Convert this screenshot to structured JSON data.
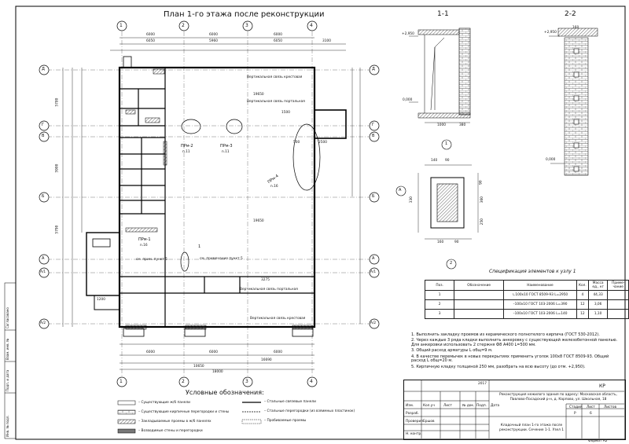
{
  "titles": {
    "plan": "План 1-го этажа после реконструкции",
    "section_1": "1-1",
    "section_2": "2-2",
    "spec_title": "Спецификация элементов к узлу 1",
    "legend_title": "Условные обозначения:",
    "format": "Формат А2",
    "sheet_code": "КР",
    "year": "2017"
  },
  "axes": {
    "columns": [
      "1",
      "2",
      "3",
      "4"
    ],
    "rows": [
      "Д",
      "Г",
      "В",
      "Б",
      "А",
      "А/1",
      "А/2"
    ]
  },
  "dimensions": {
    "top_spans": [
      "6000",
      "6000",
      "6000"
    ],
    "top_inner": [
      "6050",
      "5960",
      "6050",
      "3100"
    ],
    "bottom_spans": [
      "6000",
      "6000",
      "6000"
    ],
    "bottom_total": "18000",
    "bottom_inner": [
      "16690",
      "10650"
    ],
    "left_spans": [
      "5780",
      "5900",
      "5790"
    ],
    "inner_marks": [
      "19650",
      "19650",
      "3275",
      "2500",
      "500",
      "1200",
      "1500"
    ]
  },
  "plan_labels": {
    "wall_1": "Вертикальная связь крестовая",
    "wall_2": "Вертикальная связь портальная",
    "wall_3": "Вертикальная связь портальная",
    "wall_4": "Вертикальная связь крестовая",
    "prm2": "ПРм-2",
    "prm2_n": "n.11",
    "prm3": "ПРм-3",
    "prm3_n": "n.11",
    "prm4": "ПРм-4",
    "prm4_n": "n.16",
    "prm1": "ПРм-1",
    "prm1_n": "n.16",
    "node_1": "1",
    "ref_1": "см. примечание пункт 5",
    "ref_2": "см. прим. пункт 5",
    "mark_a": "+2,950",
    "mark_b": "0,000",
    "mark_c": "+2,950",
    "mark_d": "0,000",
    "sec1_d1": "1000",
    "sec1_d2": "380",
    "sec2_d1": "160"
  },
  "node": {
    "label": "1",
    "label_bottom": "2",
    "axis": "А",
    "dims": [
      "140",
      "90",
      "160",
      "90"
    ],
    "side": [
      "330",
      "360",
      "90",
      "250"
    ]
  },
  "spec": {
    "headers": [
      "Поз.",
      "Обозначение",
      "Наименование",
      "Кол.",
      "Масса ед., кг",
      "Приме- чание"
    ],
    "rows": [
      [
        "1",
        "",
        "∟100х10 ГОСТ 8509-93 L=2950",
        "4",
        "44,33",
        ""
      ],
      [
        "2",
        "",
        "–100х10 ГОСТ 103-2006 L=390",
        "12",
        "3,06",
        ""
      ],
      [
        "3",
        "",
        "–100х10 ГОСТ 103-2006 L=140",
        "12",
        "1,10",
        ""
      ]
    ]
  },
  "notes": [
    "1. Выполнить закладку проемов из керамического полнотелого кирпича (ГОСТ 530-2012).",
    "2. Через каждые 3 ряда кладки выполнить анкеровку с существующей железобетонной панелью. Для анкеровки использовать 2 стержня Ф8 А400 L=500 мм.",
    "3. Общий расход арматуры L общ=9 м.",
    "4. В качестве перемычек в новых перекрытиях применить уголок 100х8 ГОСТ 8509-93. Общий расход L общ=20 м.",
    "5. Кирпичную кладку толщиной 250 мм, разобрать на всю высоту (до отм. +2,950)."
  ],
  "legend": [
    "– Существующие ж/б панели",
    "– Существующие кирпичные перегородки и стены",
    "– Закладываемые проемы в ж/б панелях",
    "– Возводимые стены и перегородки",
    "– Стальные связевые панели",
    "– Стальные перегородки (из взяимных пластинок)",
    "– Пробиваемые проемы"
  ],
  "stamp": {
    "project": "Реконструкция нежилого здания по адресу: Московская область, Павлово-Посадский р-н, д. Карпово, ул. Школьная, 18",
    "sheet_title": "Кладочный план 1-го этажа после реконструкции. Сечение 1-1. Узел 1",
    "col_headers": [
      "Изм.",
      "Кол.уч",
      "Лист",
      "№ док.",
      "Подп.",
      "Дата"
    ],
    "stage_head": "Стадия",
    "sheet_head": "Лист",
    "sheets_head": "Листов",
    "stage": "Р",
    "sheet": "6",
    "roles": [
      "Разраб.",
      "Проверил",
      "Н. контр."
    ],
    "names": [
      "Ершов",
      ""
    ]
  },
  "side_strip": [
    "Согласовано",
    "Взам. инв. №",
    "Подп. и дата",
    "Инв. № подл."
  ]
}
